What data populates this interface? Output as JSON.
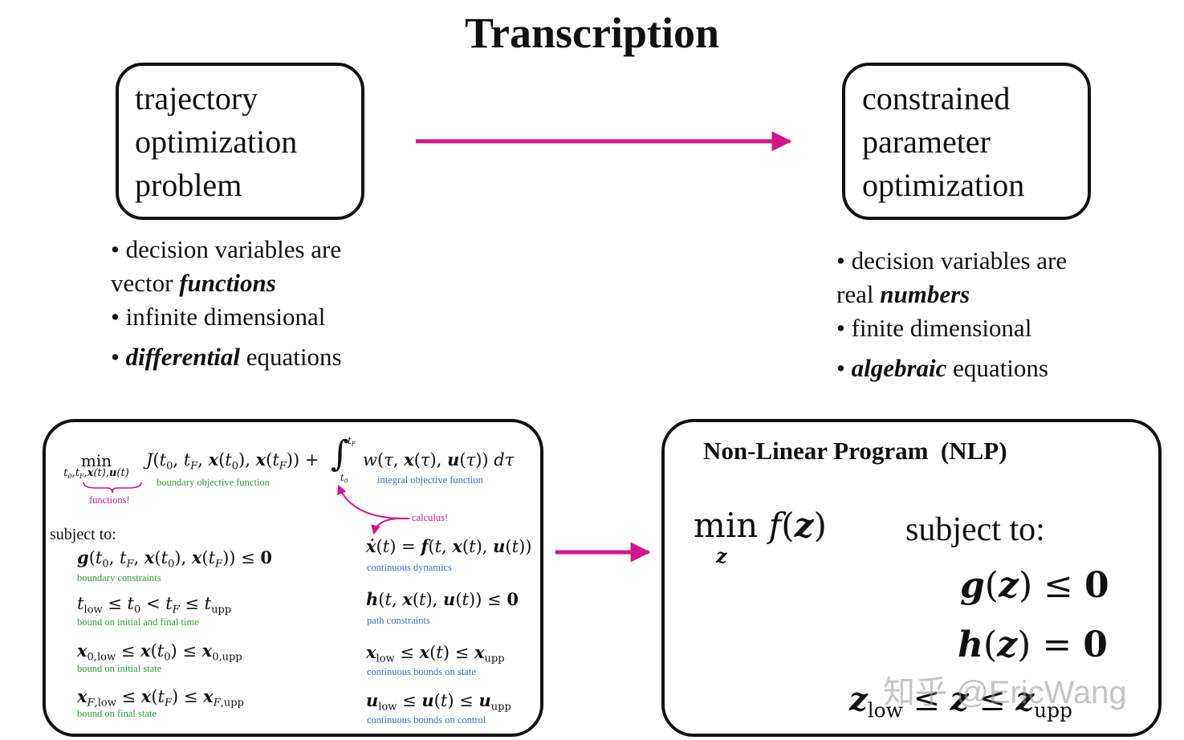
{
  "title": "Transcription",
  "left_box": {
    "lines": [
      "trajectory",
      "optimization",
      "problem"
    ]
  },
  "right_box": {
    "lines": [
      "constrained",
      "parameter",
      "optimization"
    ]
  },
  "left_bullets": {
    "b1_a": "• decision variables are",
    "b1_b": "vector ",
    "b1_c": "functions",
    "b2": "• infinite dimensional",
    "b3_a": "• ",
    "b3_b": "differential",
    "b3_c": " equations"
  },
  "right_bullets": {
    "b1_a": "• decision variables are",
    "b1_b": "real ",
    "b1_c": "numbers",
    "b2": "• finite dimensional",
    "b3_a": "• ",
    "b3_b": "algebraic",
    "b3_c": " equations"
  },
  "annotations": {
    "functions": "functions!",
    "boundary_objective": "boundary objective function",
    "integral_objective": "integral objective function",
    "calculus": "calculus!",
    "subject_to": "subject to:",
    "boundary_constraints": "boundary constraints",
    "time_bound": "bound on initial and final time",
    "initial_state": "bound on initial state",
    "final_state": "bound on final state",
    "continuous_dynamics": "continuous dynamics",
    "path_constraints": "path constraints",
    "state_bounds": "continuous bounds on state",
    "control_bounds": "continuous bounds on control"
  },
  "nlp": {
    "title": "Non-Linear Program  (NLP)",
    "subject_to": "subject to:"
  },
  "watermark": "知乎 @EricWang",
  "colors": {
    "arrow": "#d4148a",
    "green_note": "#2e9e3a",
    "blue_note": "#3a6fc2"
  }
}
